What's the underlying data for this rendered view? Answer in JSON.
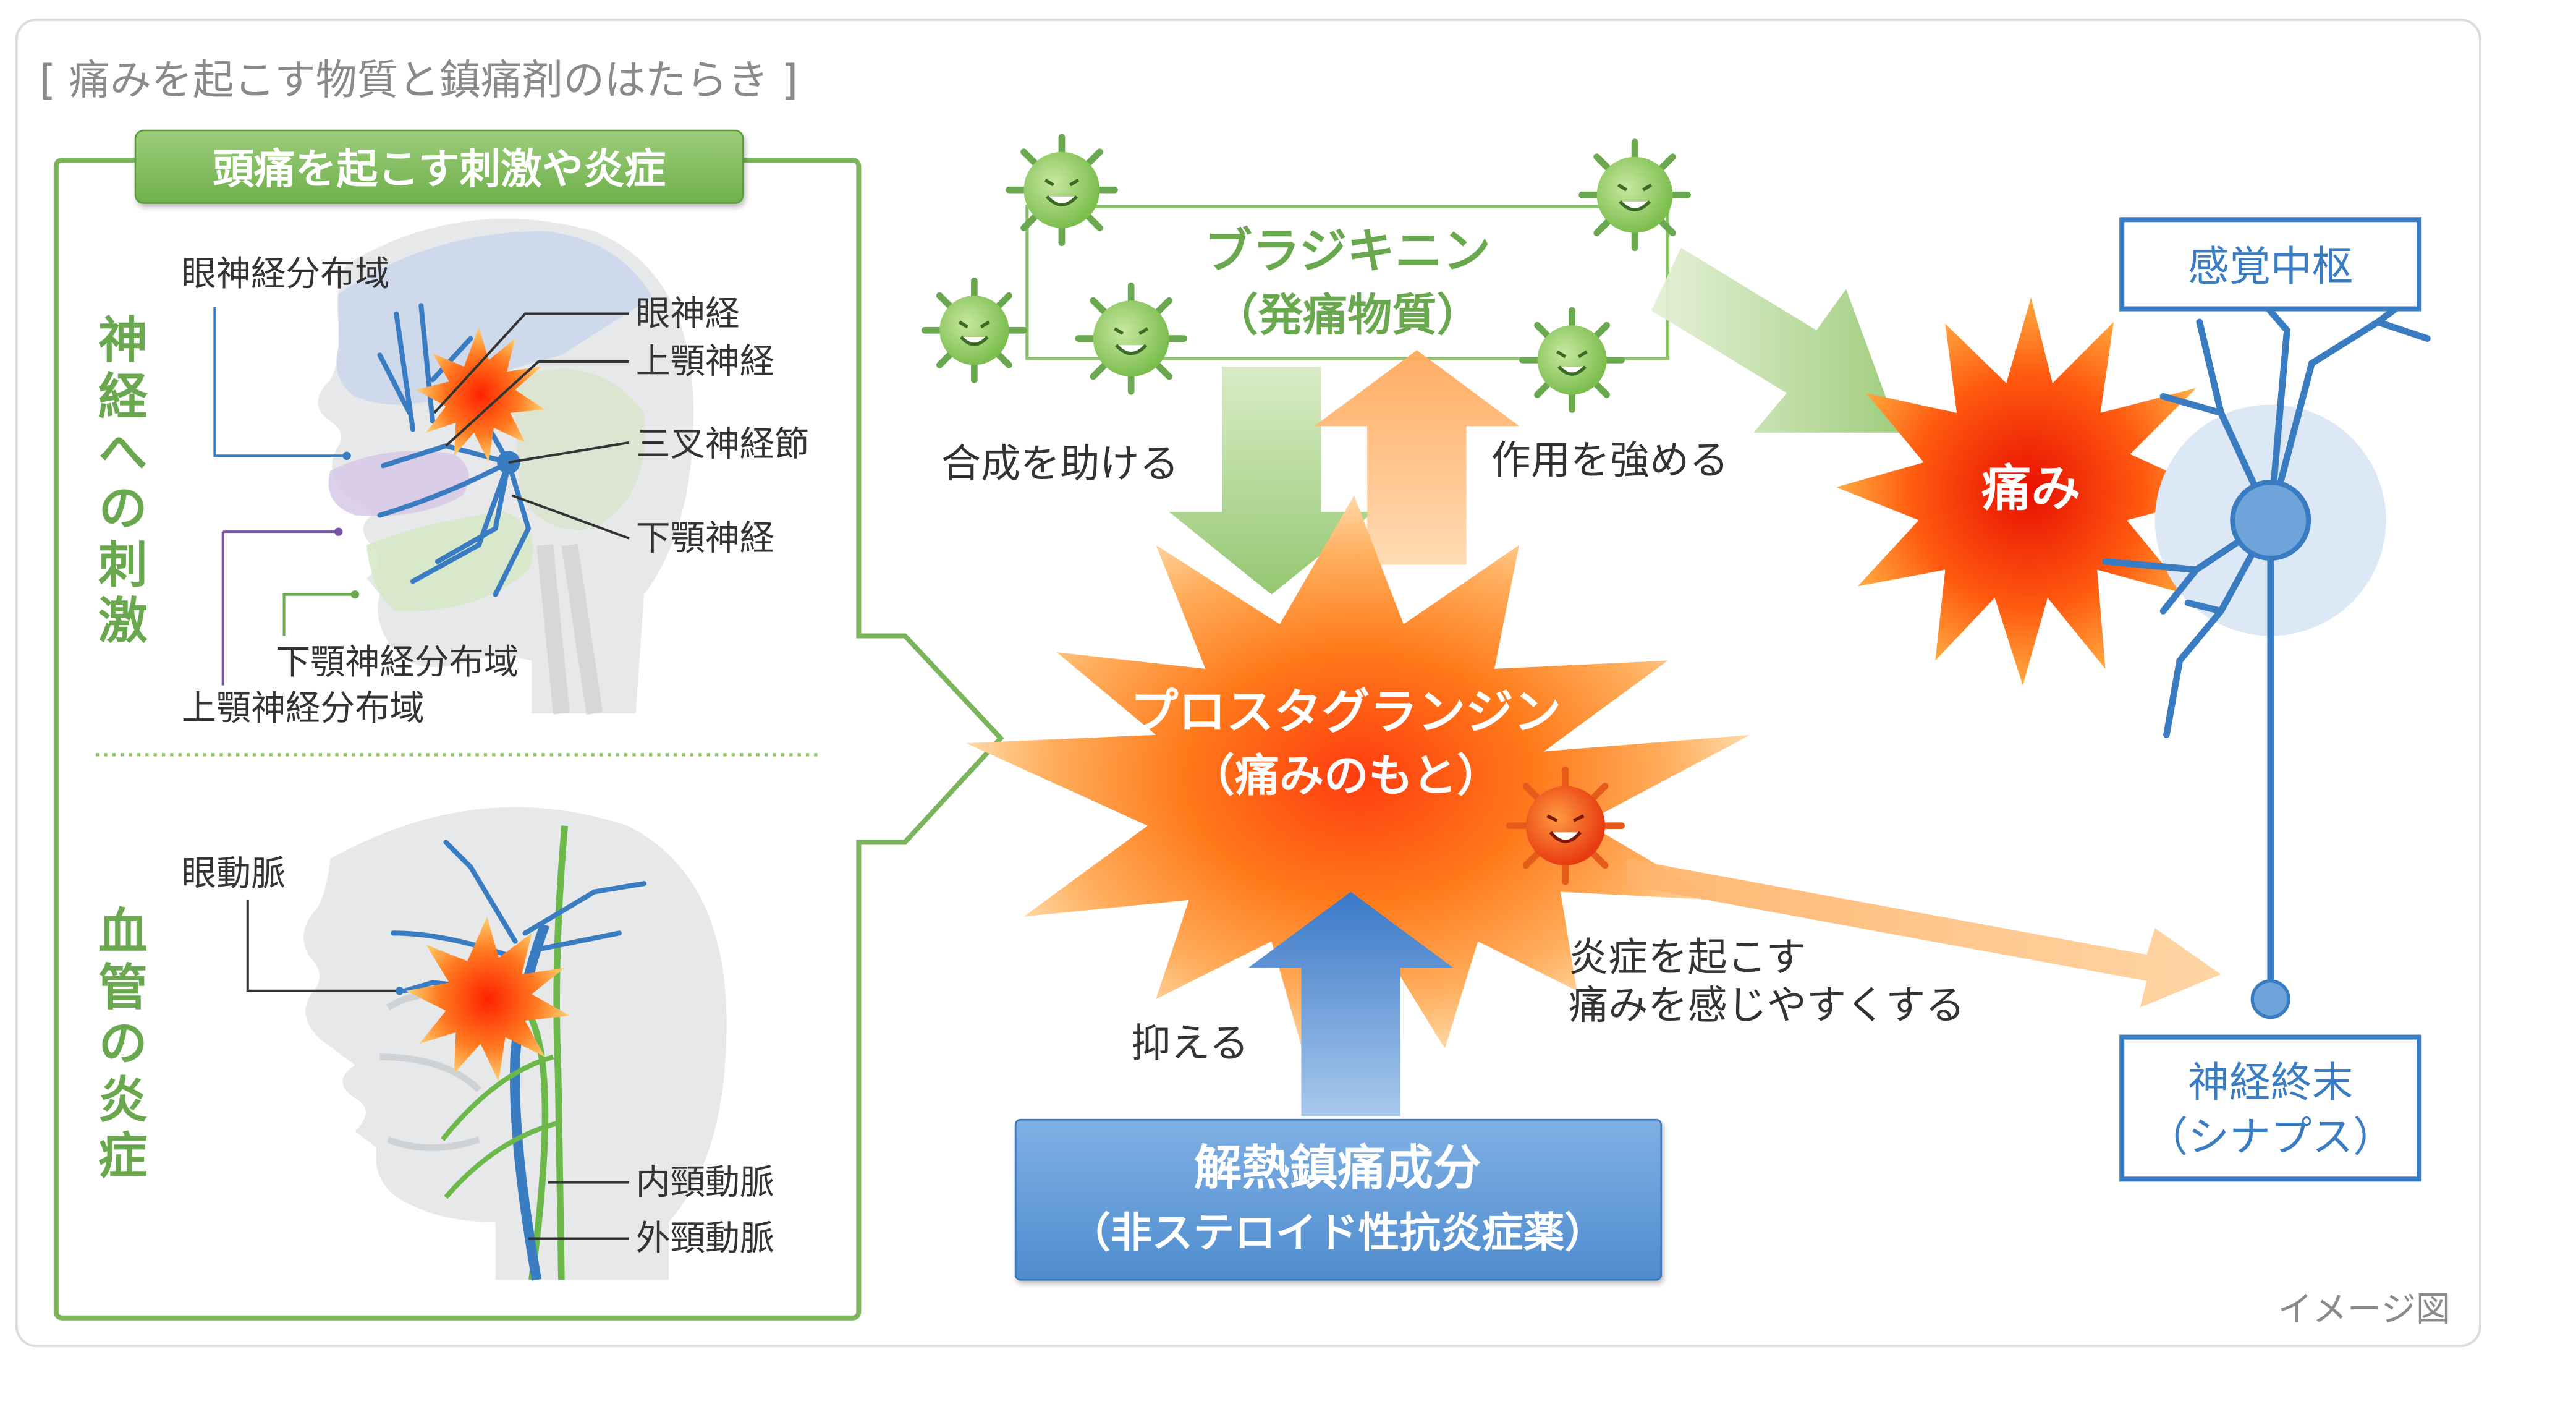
{
  "header": {
    "title": "[ 痛みを起こす物質と鎮痛剤のはたらき ]"
  },
  "left_panel": {
    "badge": "頭痛を起こす刺激や炎症",
    "section_nerve": {
      "vertical": "神経への刺激"
    },
    "section_vessel": {
      "vertical": "血管の炎症"
    },
    "nerve_labels": {
      "eye_area": "眼神経分布域",
      "eye_nerve": "眼神経",
      "maxillary_nerve": "上顎神経",
      "trigeminal_ganglion": "三叉神経節",
      "mandibular_nerve": "下顎神経",
      "mandibular_area": "下顎神経分布域",
      "maxillary_area": "上顎神経分布域"
    },
    "vessel_labels": {
      "ophthalmic_artery": "眼動脈",
      "internal_carotid": "内頸動脈",
      "external_carotid": "外頸動脈"
    }
  },
  "center": {
    "bradykinin": {
      "name": "ブラジキニン",
      "sub": "（発痛物質）"
    },
    "prostaglandin": {
      "name": "プロスタグランジン",
      "sub": "（痛みのもと）"
    },
    "arrow_labels": {
      "help_synthesis": "合成を助ける",
      "strengthen": "作用を強める",
      "suppress": "抑える",
      "inflammation_line1": "炎症を起こす",
      "inflammation_line2": "痛みを感じやすくする"
    },
    "drug": {
      "name": "解熱鎮痛成分",
      "sub": "（非ステロイド性抗炎症薬）"
    }
  },
  "right": {
    "pain": "痛み",
    "sensory_center": "感覚中枢",
    "nerve_ending": {
      "line1": "神経終末",
      "line2": "（シナプス）"
    }
  },
  "footer": {
    "note": "イメージ図"
  },
  "colors": {
    "green_frame": "#7ab55c",
    "green_text": "#6aa84f",
    "blue_frame": "#3a7cc2",
    "orange_burst": "#ff8a2a",
    "red_burst": "#ff3a0c",
    "arrow_orange": "#ffc07a",
    "arrow_green": "#a9cf8a",
    "arrow_blue": "#4a86cc"
  },
  "icons": [
    "germ-green-icon",
    "germ-red-icon",
    "burst-icon",
    "neuron-icon",
    "head-profile-icon"
  ]
}
